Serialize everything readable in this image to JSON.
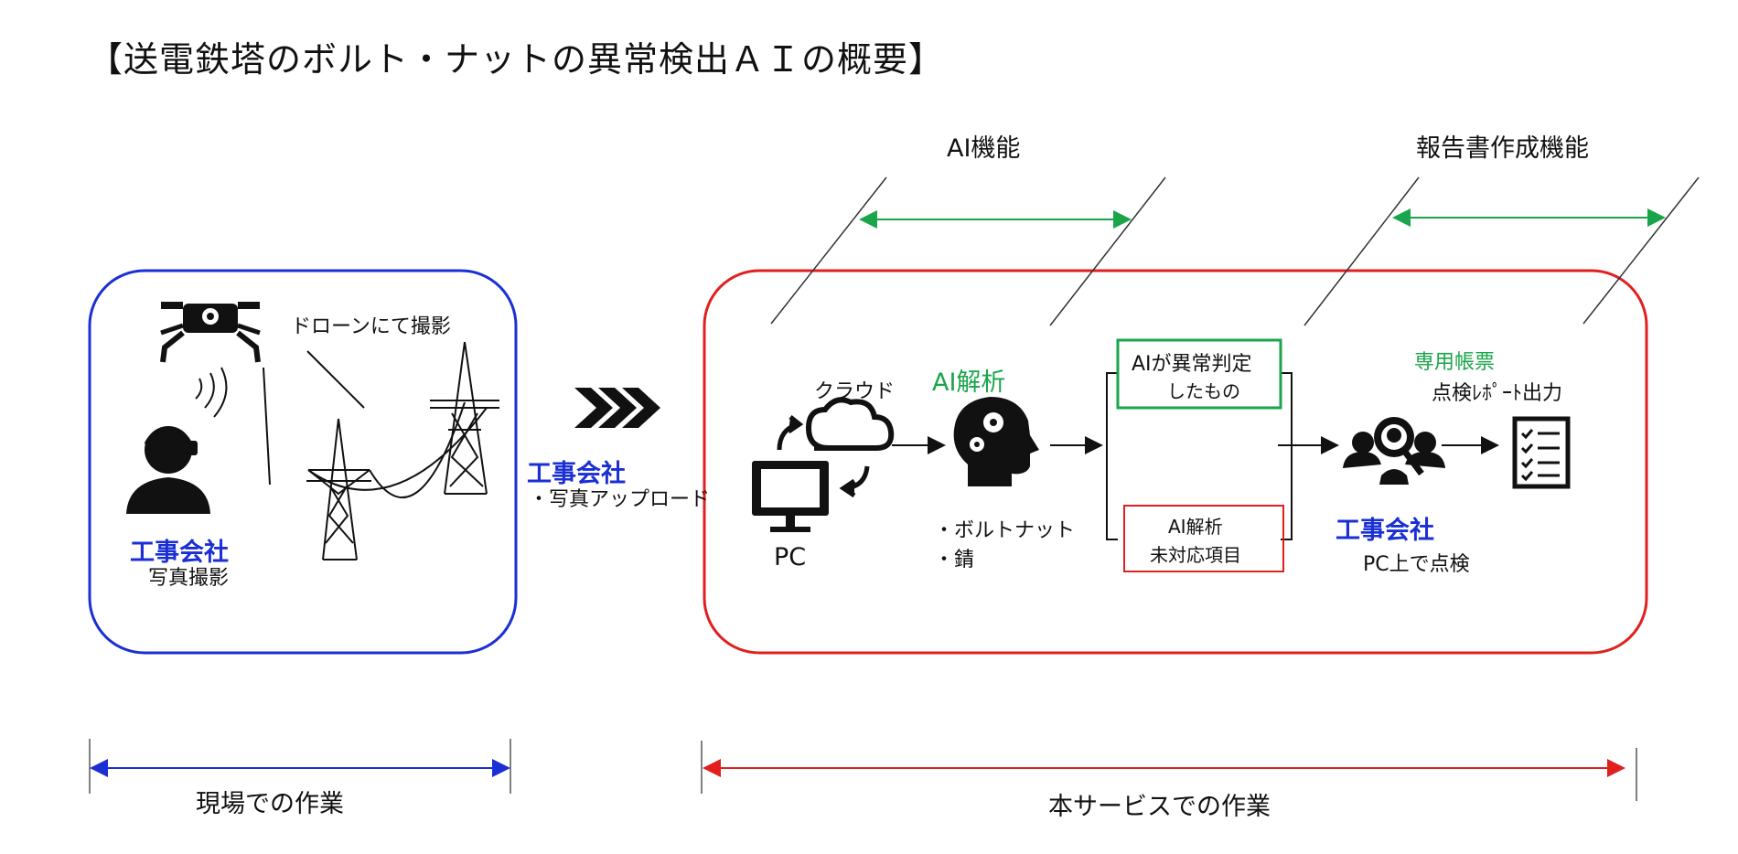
{
  "title": "【送電鉄塔のボルト・ナットの異常検出ＡＩの概要】",
  "headers": {
    "ai_function": "AI機能",
    "report_function": "報告書作成機能"
  },
  "field": {
    "drone_label": "ドローンにて撮影",
    "company": "工事会社",
    "action": "写真撮影"
  },
  "upload": {
    "company": "工事会社",
    "action": "・写真アップロード"
  },
  "service": {
    "cloud": "クラウド",
    "pc": "PC",
    "ai_analysis": "AI解析",
    "targets": [
      "・ボルトナット",
      "・錆"
    ],
    "result_abnormal": [
      "AIが異常判定",
      "したもの"
    ],
    "result_unsupported": [
      "AI解析",
      "未対応項目"
    ],
    "form_title": "専用帳票",
    "form_output": "点検ﾚﾎﾟｰﾄ出力",
    "company": "工事会社",
    "inspect": "PC上で点検"
  },
  "footer": {
    "field_work": "現場での作業",
    "service_work": "本サービスでの作業"
  },
  "colors": {
    "field_box": "#1a2fd4",
    "service_box": "#e21f1f",
    "accent_green": "#1aa54a",
    "blue_text": "#1a2fd4"
  }
}
